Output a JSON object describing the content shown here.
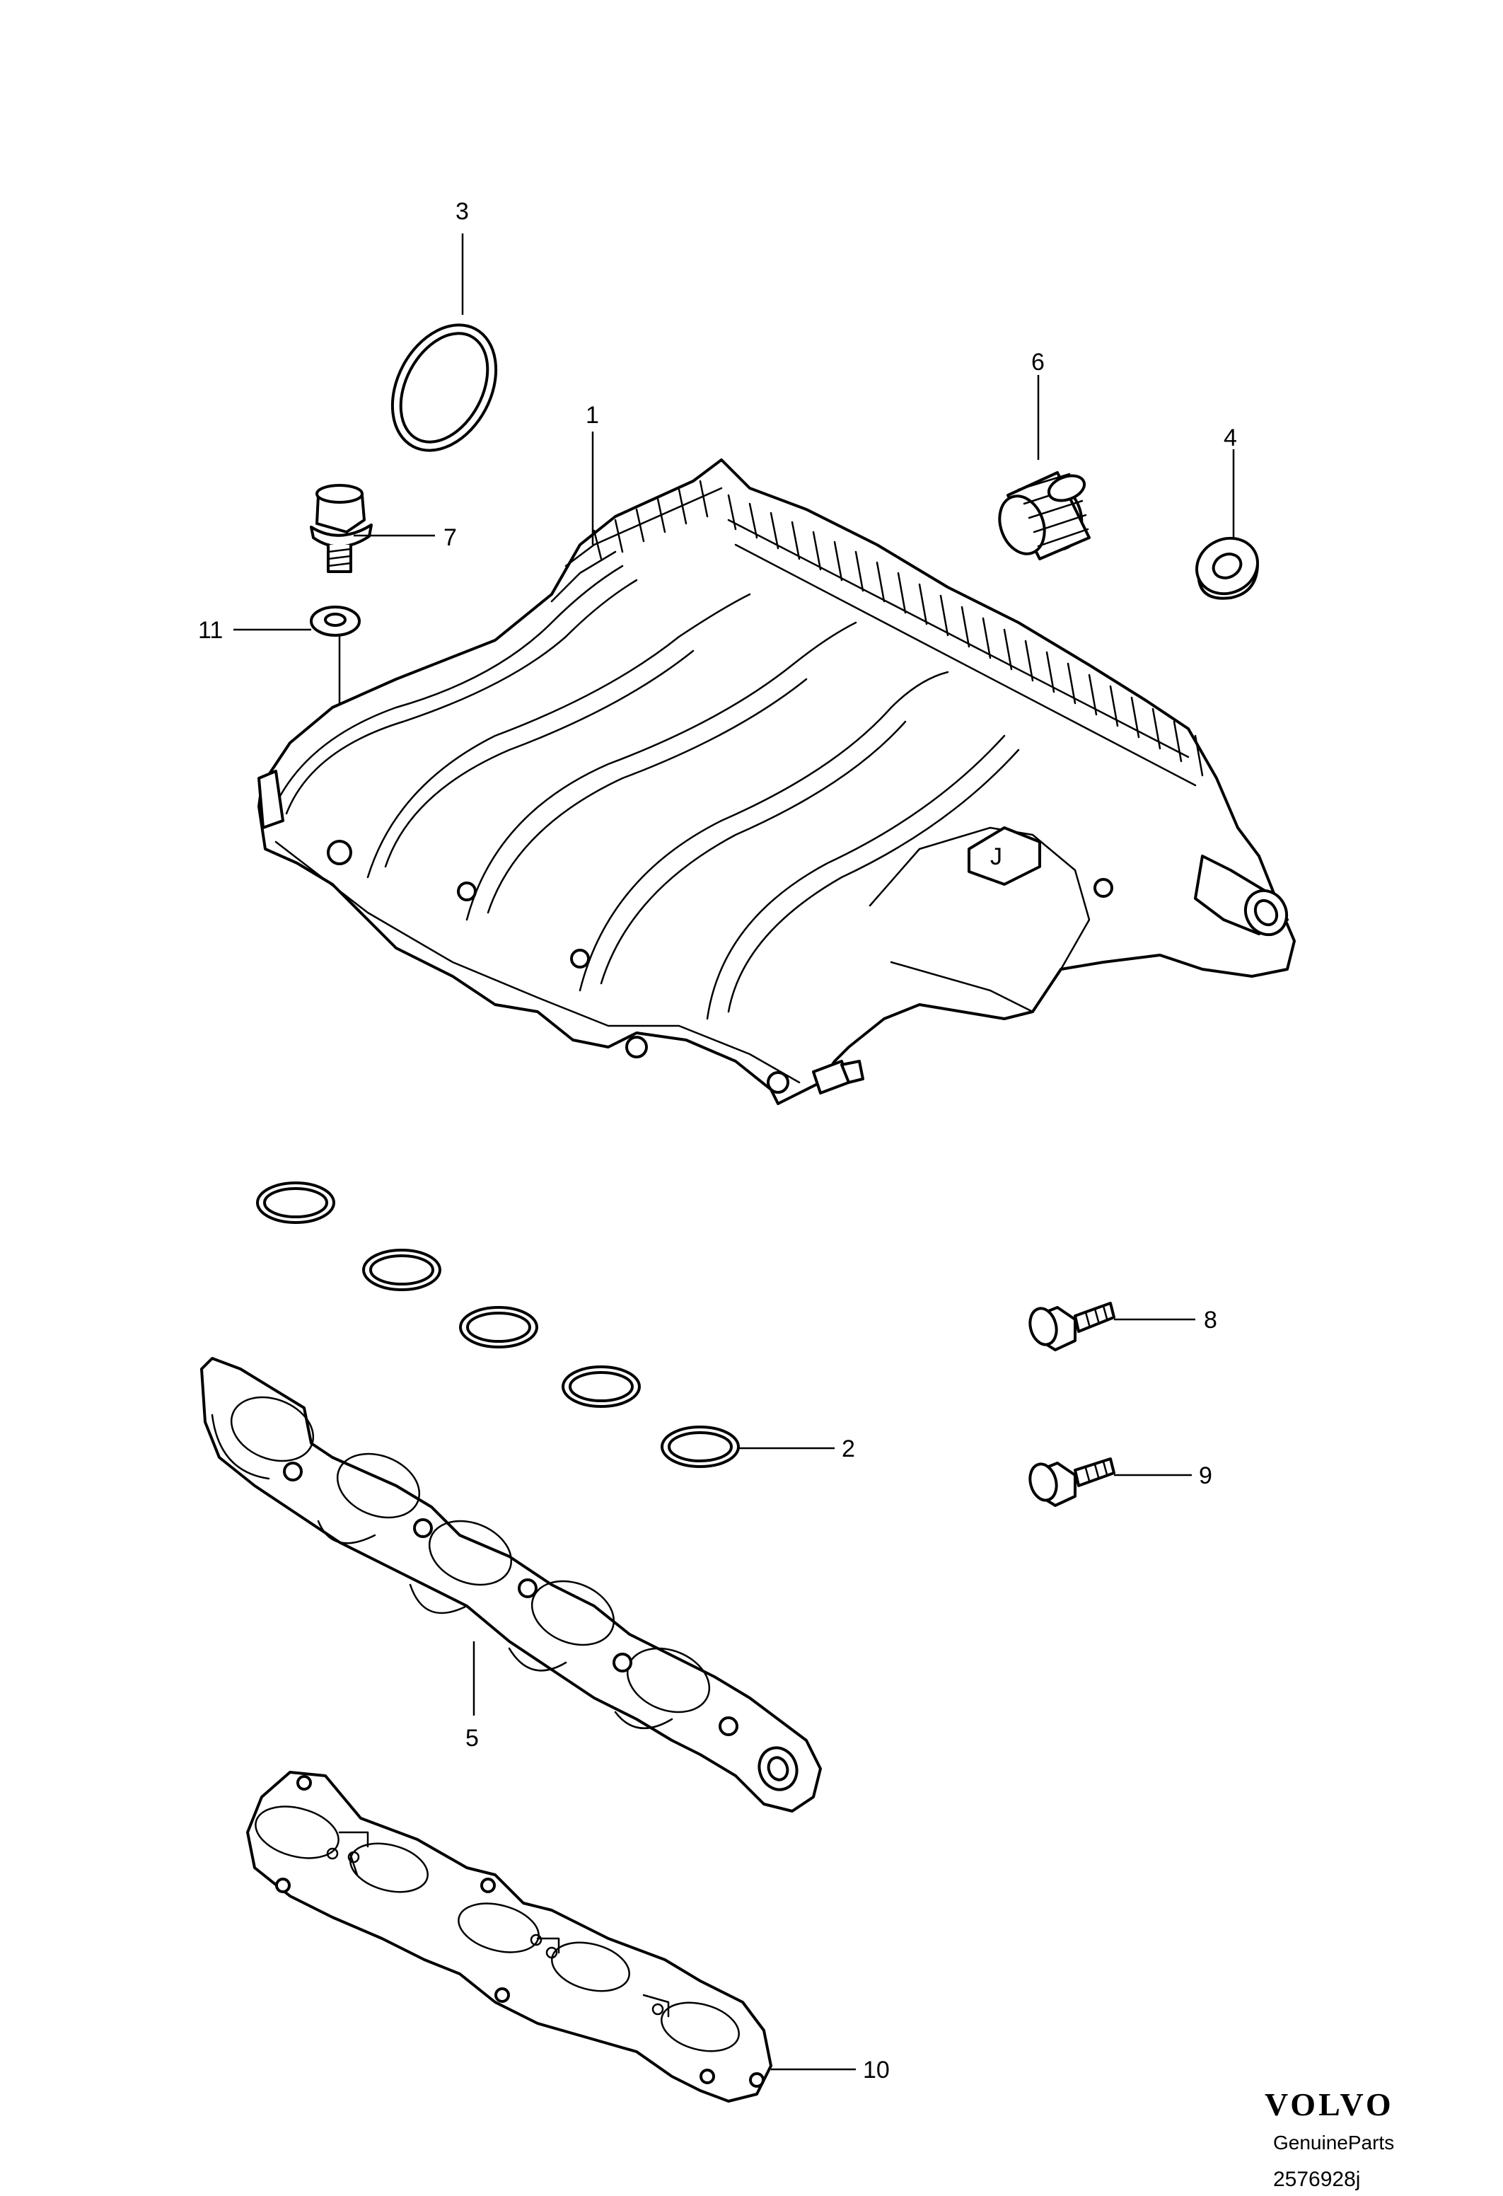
{
  "callouts": [
    {
      "id": "c3",
      "label": "3"
    },
    {
      "id": "c6",
      "label": "6"
    },
    {
      "id": "c1",
      "label": "1"
    },
    {
      "id": "c4",
      "label": "4"
    },
    {
      "id": "c7",
      "label": "7"
    },
    {
      "id": "c11",
      "label": "11"
    },
    {
      "id": "c8",
      "label": "8"
    },
    {
      "id": "c2",
      "label": "2"
    },
    {
      "id": "c9",
      "label": "9"
    },
    {
      "id": "c5",
      "label": "5"
    },
    {
      "id": "c10",
      "label": "10"
    }
  ],
  "sensor_label": "J",
  "brand": {
    "name": "VOLVO",
    "subtitle": "GenuineParts",
    "diagram_number": "2576928j"
  }
}
